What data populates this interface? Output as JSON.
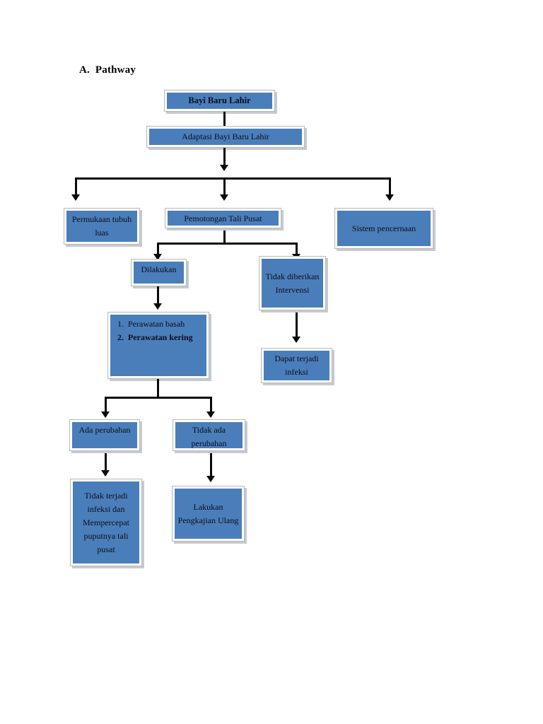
{
  "document": {
    "heading": "A.  Pathway"
  },
  "colors": {
    "node_fill": "#4a7ebb",
    "node_border": "#b8b8b8",
    "connector": "#0a0a0a",
    "text": "#0d0d18",
    "page_background": "#ffffff"
  },
  "nodes": {
    "bayi_baru_lahir": "Bayi Baru Lahir",
    "adaptasi": "Adaptasi Bayi Baru Lahir",
    "permukaan_tubuh": "Permukaan tubuh luas",
    "pemotongan_tali_pusat": "Pemotongan Tali Pusat",
    "sistem_pencernaan": "Sistem pencernaan",
    "dilakukan": "Dilakukan",
    "tidak_diberikan_intervensi": "Tidak diberikan Intervensi",
    "perawatan_list": {
      "item1": "Perawatan basah",
      "item2": "Perawatan kering"
    },
    "dapat_terjadi_infeksi": "Dapat terjadi infeksi",
    "ada_perubahan": "Ada perubahan",
    "tidak_ada_perubahan": "Tidak ada perubahan",
    "tidak_terjadi_infeksi": "Tidak terjadi infeksi dan Mempercepat puputnya tali pusat",
    "lakukan_pengkajian": "Lakukan Pengkajian Ulang"
  }
}
